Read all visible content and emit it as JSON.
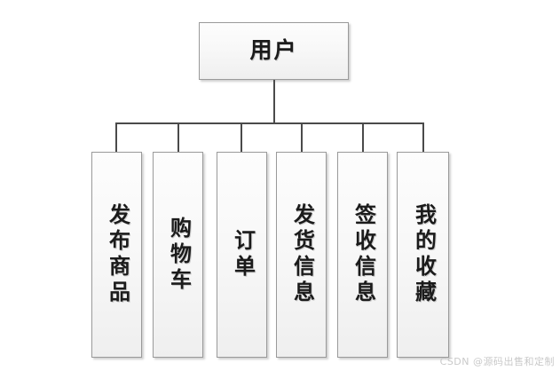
{
  "diagram": {
    "type": "org-chart",
    "root": {
      "label": "用户",
      "orientation": "horizontal"
    },
    "children": [
      {
        "label": "发布商品",
        "orientation": "vertical"
      },
      {
        "label": "购物车",
        "orientation": "vertical"
      },
      {
        "label": "订单",
        "orientation": "vertical"
      },
      {
        "label": "发货信息",
        "orientation": "vertical"
      },
      {
        "label": "签收信息",
        "orientation": "vertical"
      },
      {
        "label": "我的收藏",
        "orientation": "vertical"
      }
    ],
    "colors": {
      "box_border": "#9a9a9a",
      "box_fill_top": "#fdfdfd",
      "box_fill_bottom": "#efefef",
      "connector": "#4a4a4a",
      "text": "#1b1b1b",
      "background": "#ffffff",
      "watermark": "#c9c9c9"
    }
  },
  "watermark": {
    "text": "CSDN @源码出售和定制"
  }
}
